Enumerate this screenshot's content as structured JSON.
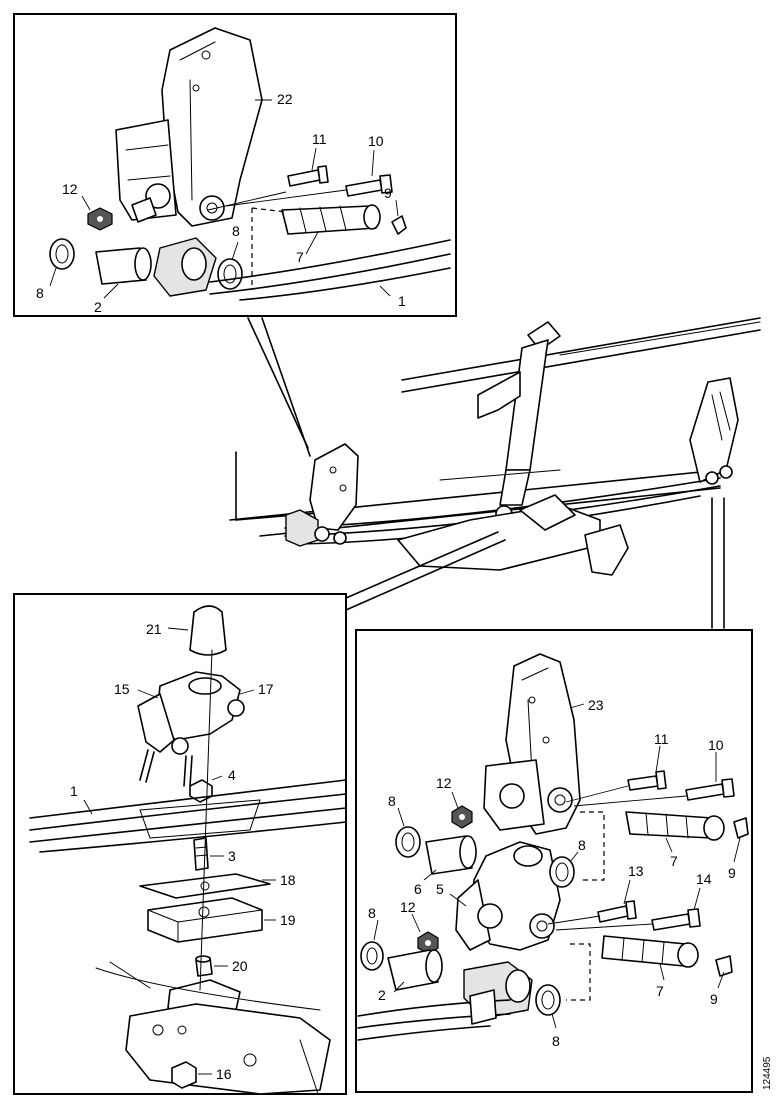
{
  "figure_code": "124495",
  "top_panel": {
    "labels": [
      "22",
      "11",
      "10",
      "12",
      "9",
      "8",
      "8",
      "7",
      "2",
      "1"
    ]
  },
  "left_panel": {
    "labels": [
      "21",
      "15",
      "17",
      "4",
      "1",
      "3",
      "18",
      "19",
      "20",
      "16"
    ]
  },
  "right_panel": {
    "labels": [
      "23",
      "11",
      "10",
      "12",
      "8",
      "8",
      "6",
      "5",
      "7",
      "9",
      "13",
      "14",
      "8",
      "12",
      "2",
      "7",
      "9",
      "8"
    ]
  }
}
